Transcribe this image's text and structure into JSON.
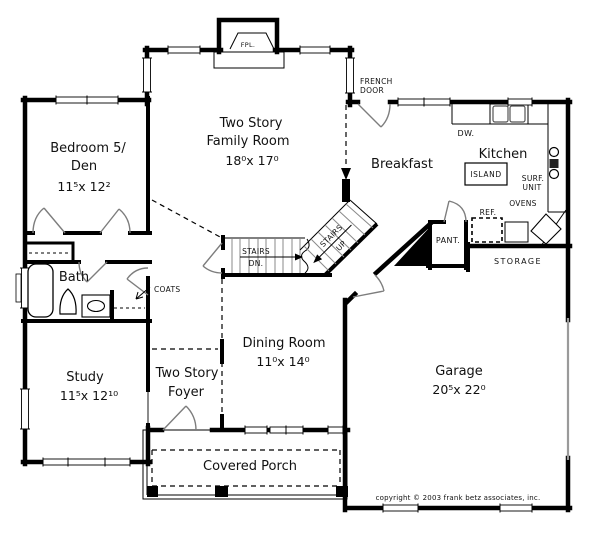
{
  "plan": {
    "rooms": {
      "bedroom": {
        "line1": "Bedroom 5/",
        "line2": "Den",
        "dims": "11⁵x 12²"
      },
      "family_room": {
        "line1": "Two Story",
        "line2": "Family Room",
        "dims": "18⁰x 17⁰"
      },
      "breakfast": {
        "name": "Breakfast"
      },
      "kitchen": {
        "name": "Kitchen"
      },
      "dining": {
        "name": "Dining Room",
        "dims": "11⁰x 14⁰"
      },
      "foyer": {
        "line1": "Two Story",
        "line2": "Foyer"
      },
      "study": {
        "name": "Study",
        "dims": "11⁵x 12¹⁰"
      },
      "bath": {
        "name": "Bath"
      },
      "garage": {
        "name": "Garage",
        "dims": "20⁵x 22⁰"
      },
      "porch": {
        "name": "Covered Porch"
      },
      "storage": {
        "name": "STORAGE"
      }
    },
    "fixtures": {
      "fireplace": "FPL.",
      "french_door": {
        "line1": "FRENCH",
        "line2": "DOOR"
      },
      "coats": "COATS",
      "island": "ISLAND",
      "dishwasher": "DW.",
      "surface_unit": {
        "line1": "SURF.",
        "line2": "UNIT"
      },
      "ovens": "OVENS",
      "refrigerator": "REF.",
      "pantry": "PANT.",
      "stairs_down": {
        "line1": "STAIRS",
        "line2": "DN."
      },
      "stairs_up": {
        "line1": "STAIRS",
        "line2": "UP"
      }
    },
    "footer": {
      "copyright": "copyright © 2003 frank betz associates, inc."
    },
    "colors": {
      "wall": "#000000",
      "door": "#7d7d7d",
      "tread": "#8a8a8a",
      "siding": "#9a9a9a",
      "background": "#ffffff"
    }
  }
}
